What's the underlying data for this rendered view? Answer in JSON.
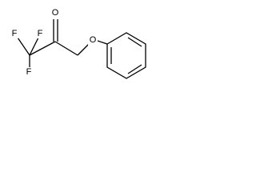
{
  "molecule": {
    "atoms": {
      "fluorine_top_left": "F",
      "fluorine_top_right": "F",
      "fluorine_bottom": "F",
      "carbonyl_oxygen": "O",
      "ether_oxygen": "O"
    },
    "colors": {
      "bond": "#000000",
      "label": "#000000",
      "background": "#ffffff"
    }
  }
}
